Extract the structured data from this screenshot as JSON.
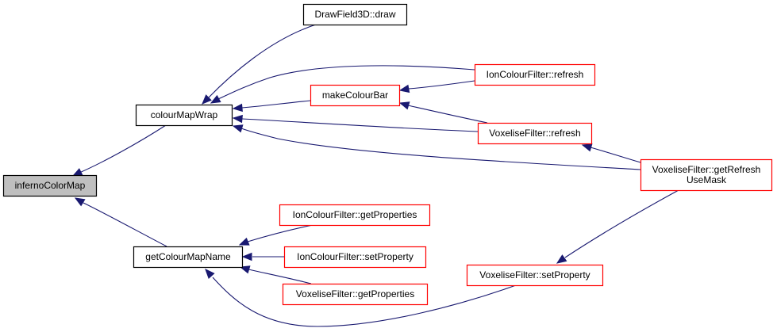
{
  "title": "inferno ColorMap caller graph",
  "colors": {
    "edge": "#191970",
    "focus_fill": "#bfbfbf",
    "focus_border": "#000000",
    "normal_border": "#000000",
    "truncated_border": "#ff0000",
    "node_fill": "#ffffff"
  },
  "nodes": [
    {
      "id": "inferno",
      "lines": [
        "infernoColorMap"
      ],
      "kind": "focus"
    },
    {
      "id": "wrap",
      "lines": [
        "colourMapWrap"
      ],
      "kind": "normal"
    },
    {
      "id": "getname",
      "lines": [
        "getColourMapName"
      ],
      "kind": "normal"
    },
    {
      "id": "draw3d",
      "lines": [
        "DrawField3D::draw"
      ],
      "kind": "normal"
    },
    {
      "id": "colourbar",
      "lines": [
        "makeColourBar"
      ],
      "kind": "truncated"
    },
    {
      "id": "icrefresh",
      "lines": [
        "IonColourFilter::refresh"
      ],
      "kind": "truncated"
    },
    {
      "id": "vfrefresh",
      "lines": [
        "VoxeliseFilter::refresh"
      ],
      "kind": "truncated"
    },
    {
      "id": "vfmask",
      "lines": [
        "VoxeliseFilter::getRefresh",
        "UseMask"
      ],
      "kind": "truncated"
    },
    {
      "id": "icgetprops",
      "lines": [
        "IonColourFilter::getProperties"
      ],
      "kind": "truncated"
    },
    {
      "id": "icsetprop",
      "lines": [
        "IonColourFilter::setProperty"
      ],
      "kind": "truncated"
    },
    {
      "id": "vfgetprops",
      "lines": [
        "VoxeliseFilter::getProperties"
      ],
      "kind": "truncated"
    },
    {
      "id": "vfsetprop",
      "lines": [
        "VoxeliseFilter::setProperty"
      ],
      "kind": "truncated"
    }
  ],
  "edges": [
    {
      "from": "wrap",
      "to": "inferno"
    },
    {
      "from": "getname",
      "to": "inferno"
    },
    {
      "from": "draw3d",
      "to": "wrap"
    },
    {
      "from": "icrefresh",
      "to": "wrap"
    },
    {
      "from": "colourbar",
      "to": "wrap"
    },
    {
      "from": "vfrefresh",
      "to": "wrap"
    },
    {
      "from": "vfmask",
      "to": "wrap"
    },
    {
      "from": "icrefresh",
      "to": "colourbar"
    },
    {
      "from": "vfrefresh",
      "to": "colourbar"
    },
    {
      "from": "vfmask",
      "to": "vfrefresh"
    },
    {
      "from": "icgetprops",
      "to": "getname"
    },
    {
      "from": "icsetprop",
      "to": "getname"
    },
    {
      "from": "vfgetprops",
      "to": "getname"
    },
    {
      "from": "vfsetprop",
      "to": "getname"
    },
    {
      "from": "vfmask",
      "to": "vfsetprop"
    }
  ]
}
